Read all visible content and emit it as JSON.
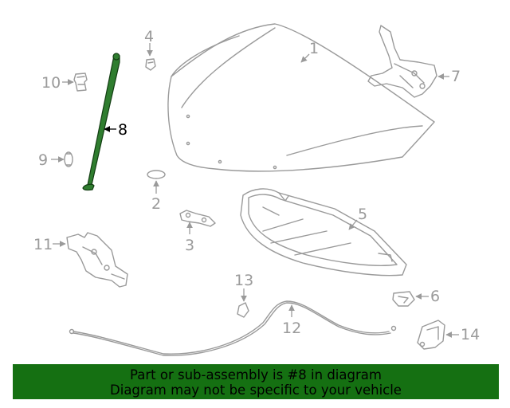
{
  "diagram": {
    "highlight_color": "#2f7d2f",
    "part_color": "#9a9a9a",
    "callouts": [
      "1",
      "2",
      "3",
      "4",
      "5",
      "6",
      "7",
      "8",
      "9",
      "10",
      "11",
      "12",
      "13",
      "14"
    ],
    "highlighted_callout": "8"
  },
  "banner": {
    "background": "#157012",
    "line1": "Part or sub-assembly is #8 in diagram",
    "line2": "Diagram may not be specific to your vehicle"
  }
}
